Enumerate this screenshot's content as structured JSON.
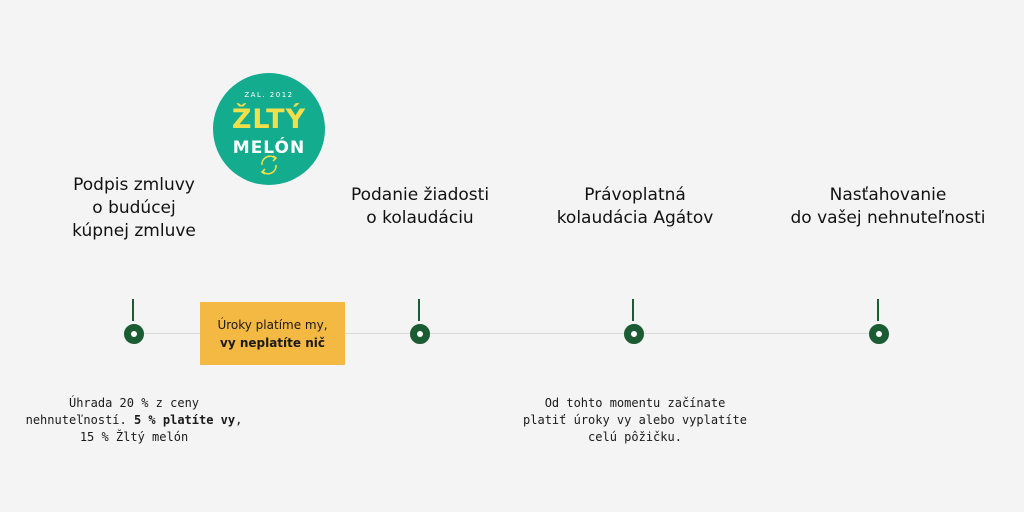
{
  "logo": {
    "est": "ZAL. 2012",
    "word1": "ŽLTÝ",
    "word2": "MELÓN",
    "bg_color": "#14ac8f",
    "text_color": "#f2e04a"
  },
  "steps": [
    {
      "title_lines": [
        "Podpis zmluvy",
        "o budúcej",
        "kúpnej zmluve"
      ]
    },
    {
      "title_lines": [
        "Podanie žiadosti",
        "o kolaudáciu"
      ]
    },
    {
      "title_lines": [
        "Právoplatná",
        "kolaudácia Agátov"
      ]
    },
    {
      "title_lines": [
        "Nasťahovanie",
        "do vašej nehnuteľnosti"
      ]
    }
  ],
  "highlight": {
    "line1": "Úroky platíme my,",
    "line2": "vy neplatíte nič",
    "color": "#f4b942"
  },
  "notes": {
    "first": {
      "line1": "Úhrada 20 % z ceny",
      "line2_a": "nehnuteľností. ",
      "line2_b": "5 % platíte vy",
      "line2_c": ",",
      "line3": "15 % Žltý melón"
    },
    "third": {
      "line1": "Od tohto momentu začínate",
      "line2": "platiť úroky vy alebo vyplatíte",
      "line3": "celú pôžičku."
    }
  },
  "colors": {
    "node": "#1b5c33",
    "line": "#d9d9d9",
    "background": "#f4f4f4"
  }
}
